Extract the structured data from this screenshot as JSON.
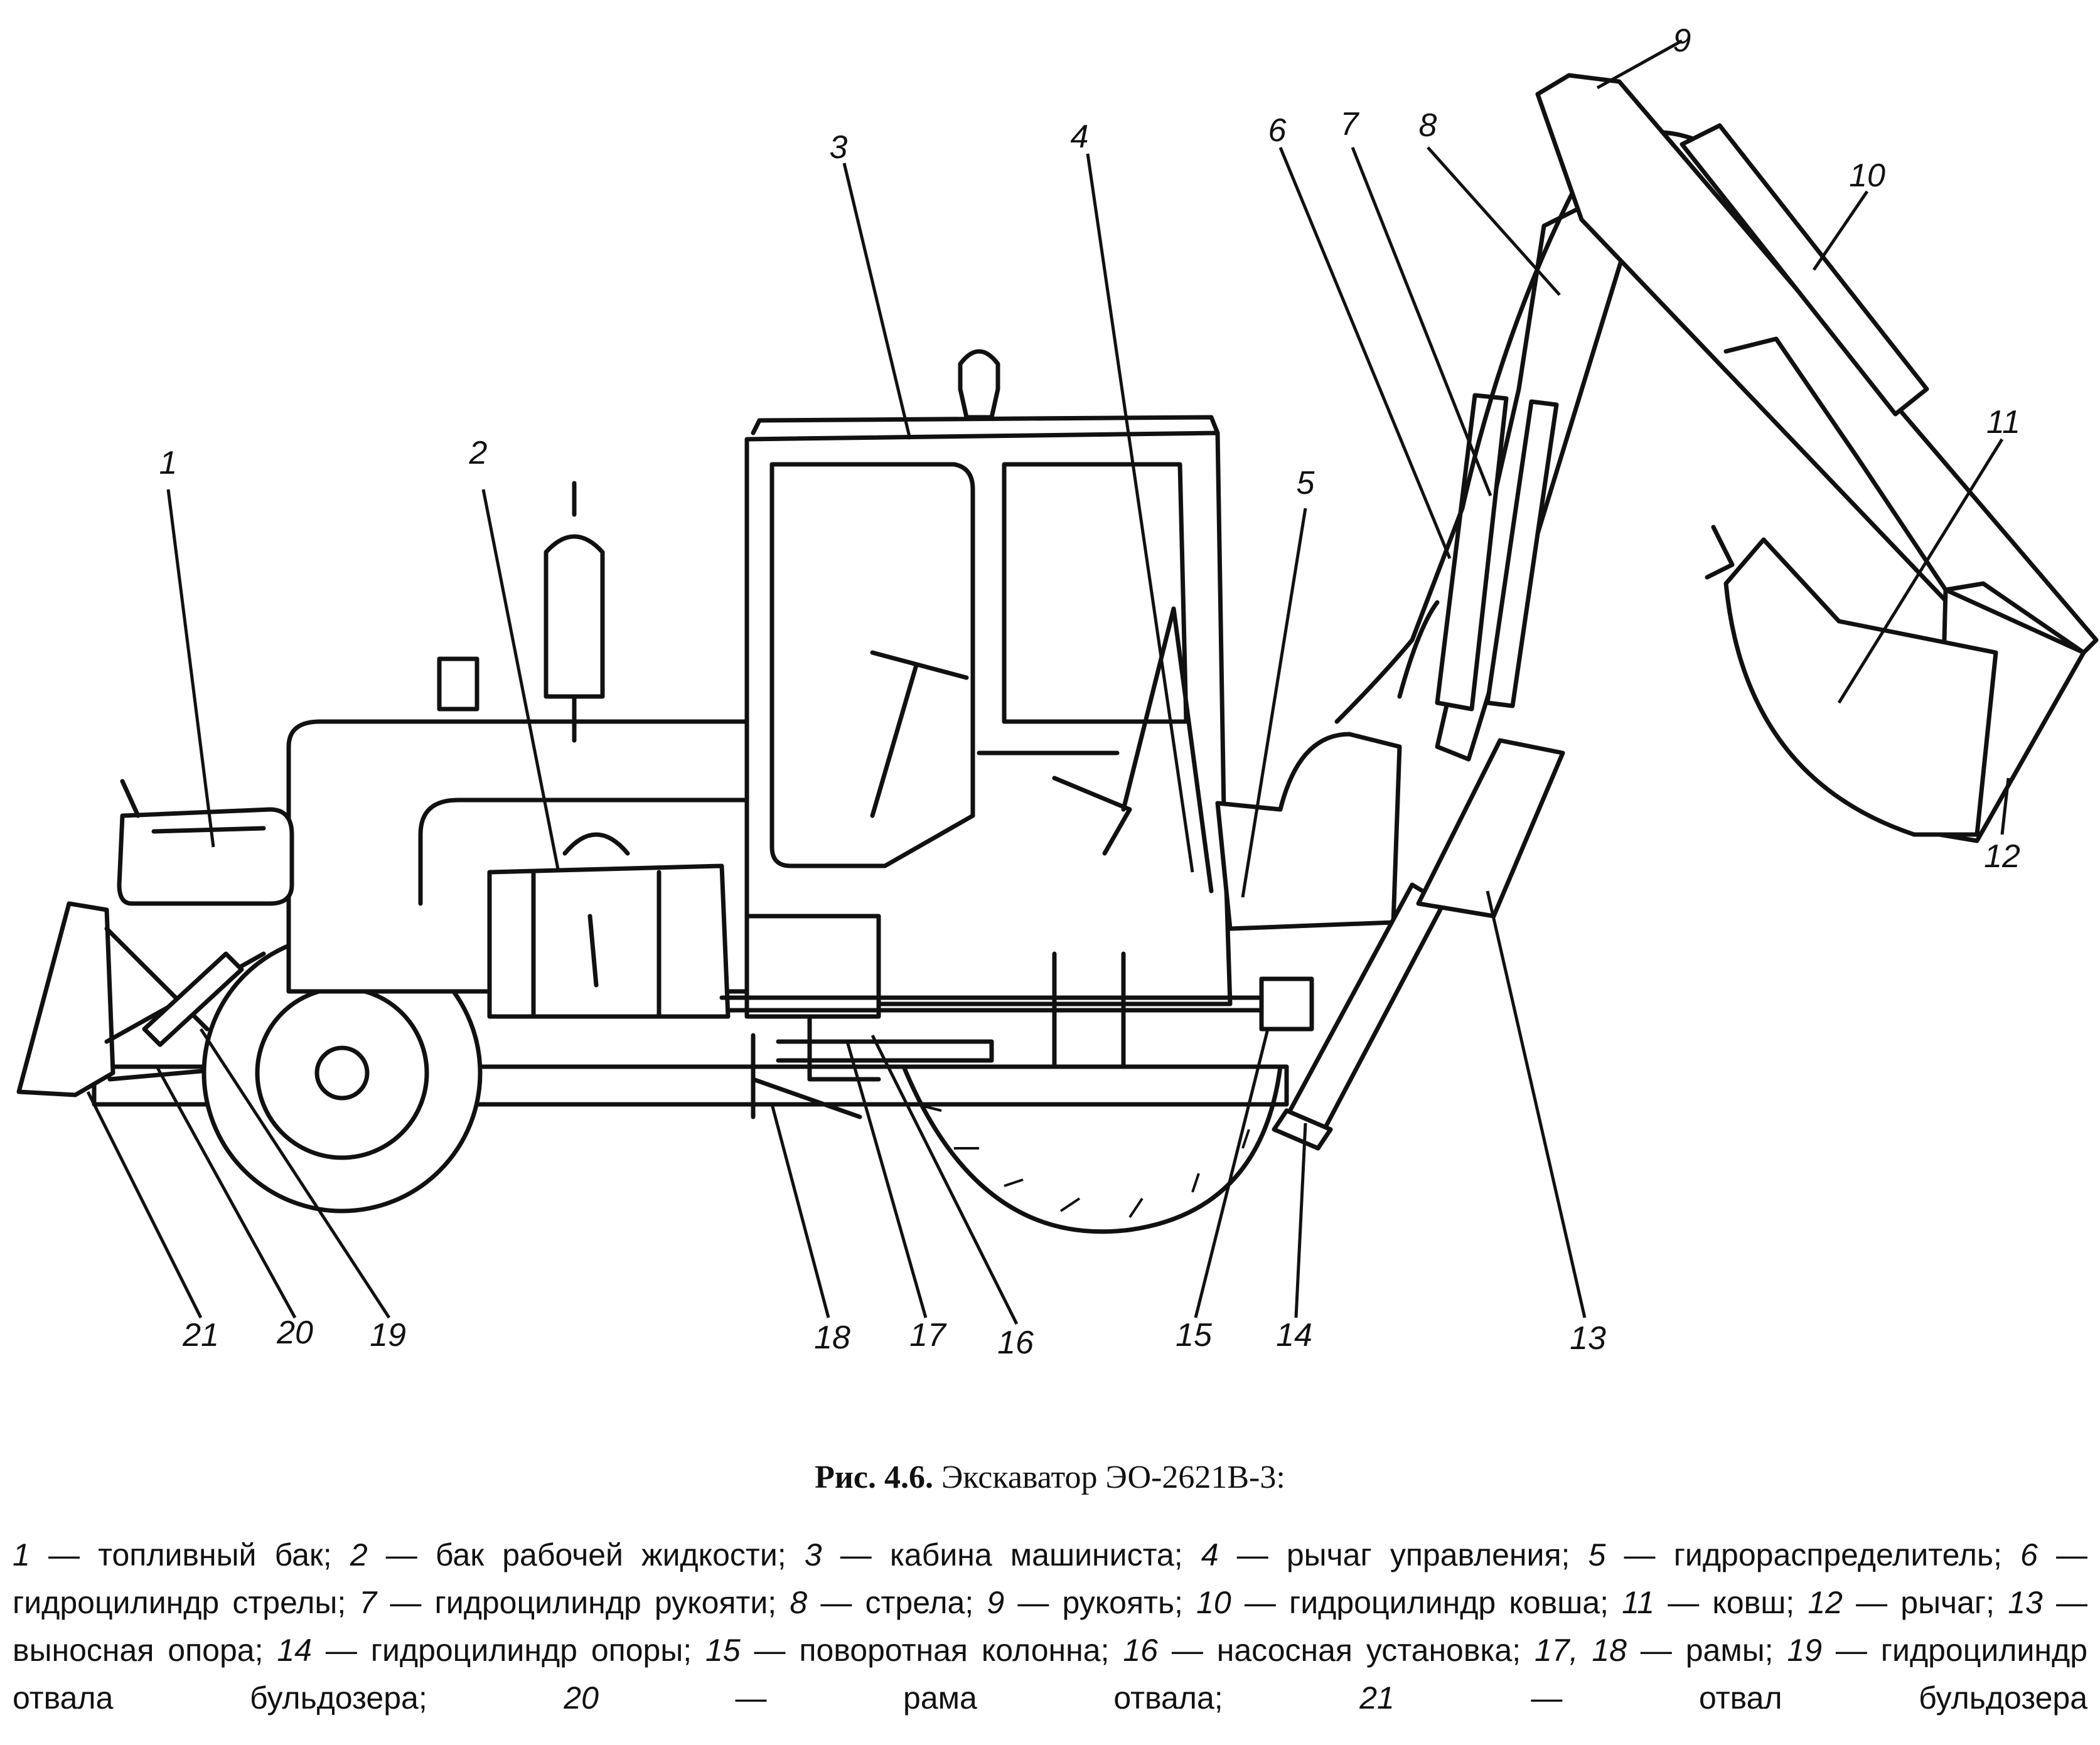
{
  "callouts": [
    "1",
    "2",
    "3",
    "4",
    "5",
    "6",
    "7",
    "8",
    "9",
    "10",
    "11",
    "12",
    "13",
    "14",
    "15",
    "16",
    "17",
    "18",
    "19",
    "20",
    "21"
  ],
  "caption": {
    "prefix": "Рис. 4.6.",
    "title": "Экскаватор ЭО-2621В-3:"
  },
  "legend": [
    {
      "num": "1",
      "text": " — топливный бак; "
    },
    {
      "num": "2",
      "text": " — бак рабочей жидкости; "
    },
    {
      "num": "3",
      "text": " — кабина машиниста; "
    },
    {
      "num": "4",
      "text": " — рычаг управления; "
    },
    {
      "num": "5",
      "text": " — гидрораспределитель; "
    },
    {
      "num": "6",
      "text": " — гидроцилиндр стрелы; "
    },
    {
      "num": "7",
      "text": " — гидроцилиндр рукояти; "
    },
    {
      "num": "8",
      "text": " — стрела; "
    },
    {
      "num": "9",
      "text": " — рукоять; "
    },
    {
      "num": "10",
      "text": " — гидроцилиндр ковша; "
    },
    {
      "num": "11",
      "text": " — ковш; "
    },
    {
      "num": "12",
      "text": " — рычаг; "
    },
    {
      "num": "13",
      "text": " — выносная опора; "
    },
    {
      "num": "14",
      "text": " — гидроцилиндр опоры; "
    },
    {
      "num": "15",
      "text": " — поворотная колонна; "
    },
    {
      "num": "16",
      "text": " — насосная установка; "
    },
    {
      "num": "17, 18",
      "text": " — рамы; "
    },
    {
      "num": "19",
      "text": " — гидроцилиндр отвала бульдозера; "
    },
    {
      "num": "20",
      "text": " — рама отвала; "
    },
    {
      "num": "21",
      "text": " — отвал бульдозера"
    }
  ]
}
